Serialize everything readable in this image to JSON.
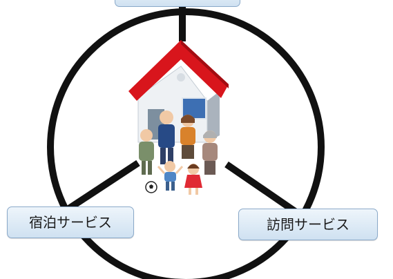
{
  "labels": {
    "left": "宿泊サービス",
    "right": "訪問サービス"
  },
  "colors": {
    "ring": "#111111",
    "roof": "#d8151c",
    "house_wall": "#eef1f4",
    "label_bg": "#dbe9f5",
    "label_border": "#8aa9c9"
  },
  "icons": [
    "house-icon",
    "family-illustration",
    "soccer-ball-icon"
  ]
}
